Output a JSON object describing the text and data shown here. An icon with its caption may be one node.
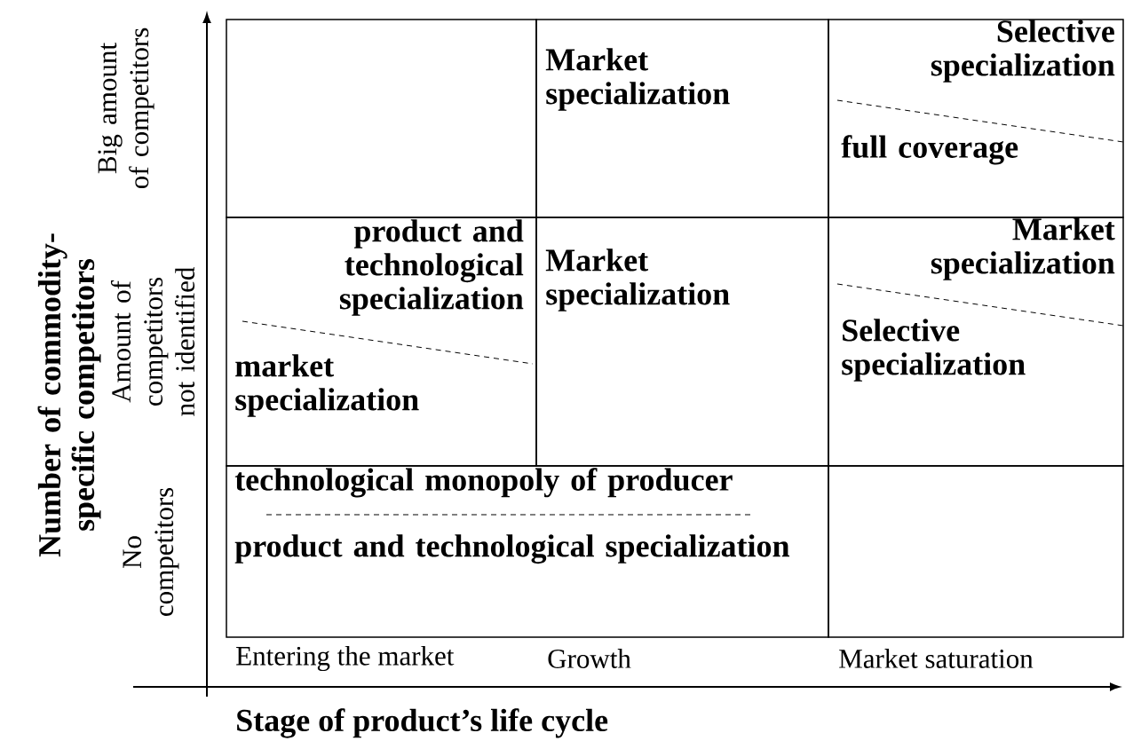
{
  "diagram": {
    "nodes": [
      {
        "text": [],
        "shape": "box"
      },
      {
        "text": [
          "Market specialization"
        ]
      },
      {
        "text": [
          "Selective specialization",
          "full coverage"
        ]
      },
      {
        "text": [
          "product and technological specialization",
          "market specialization"
        ]
      },
      {
        "text": [
          "Market specialization"
        ]
      },
      {
        "text": [
          "Market specialization",
          "Selective specialization"
        ]
      },
      {
        "text": [
          "technological monopoly of producer",
          "product and technological specialization"
        ]
      },
      {
        "text": [],
        "shape": "box"
      }
    ],
    "labels": [
      "Number of commodity-specific competitors",
      "Big amount of competitors",
      "Amount of competitors not identified",
      "No competitors",
      "Entering the market",
      "Growth",
      "Market saturation",
      "Stage of product’s life cycle"
    ]
  }
}
